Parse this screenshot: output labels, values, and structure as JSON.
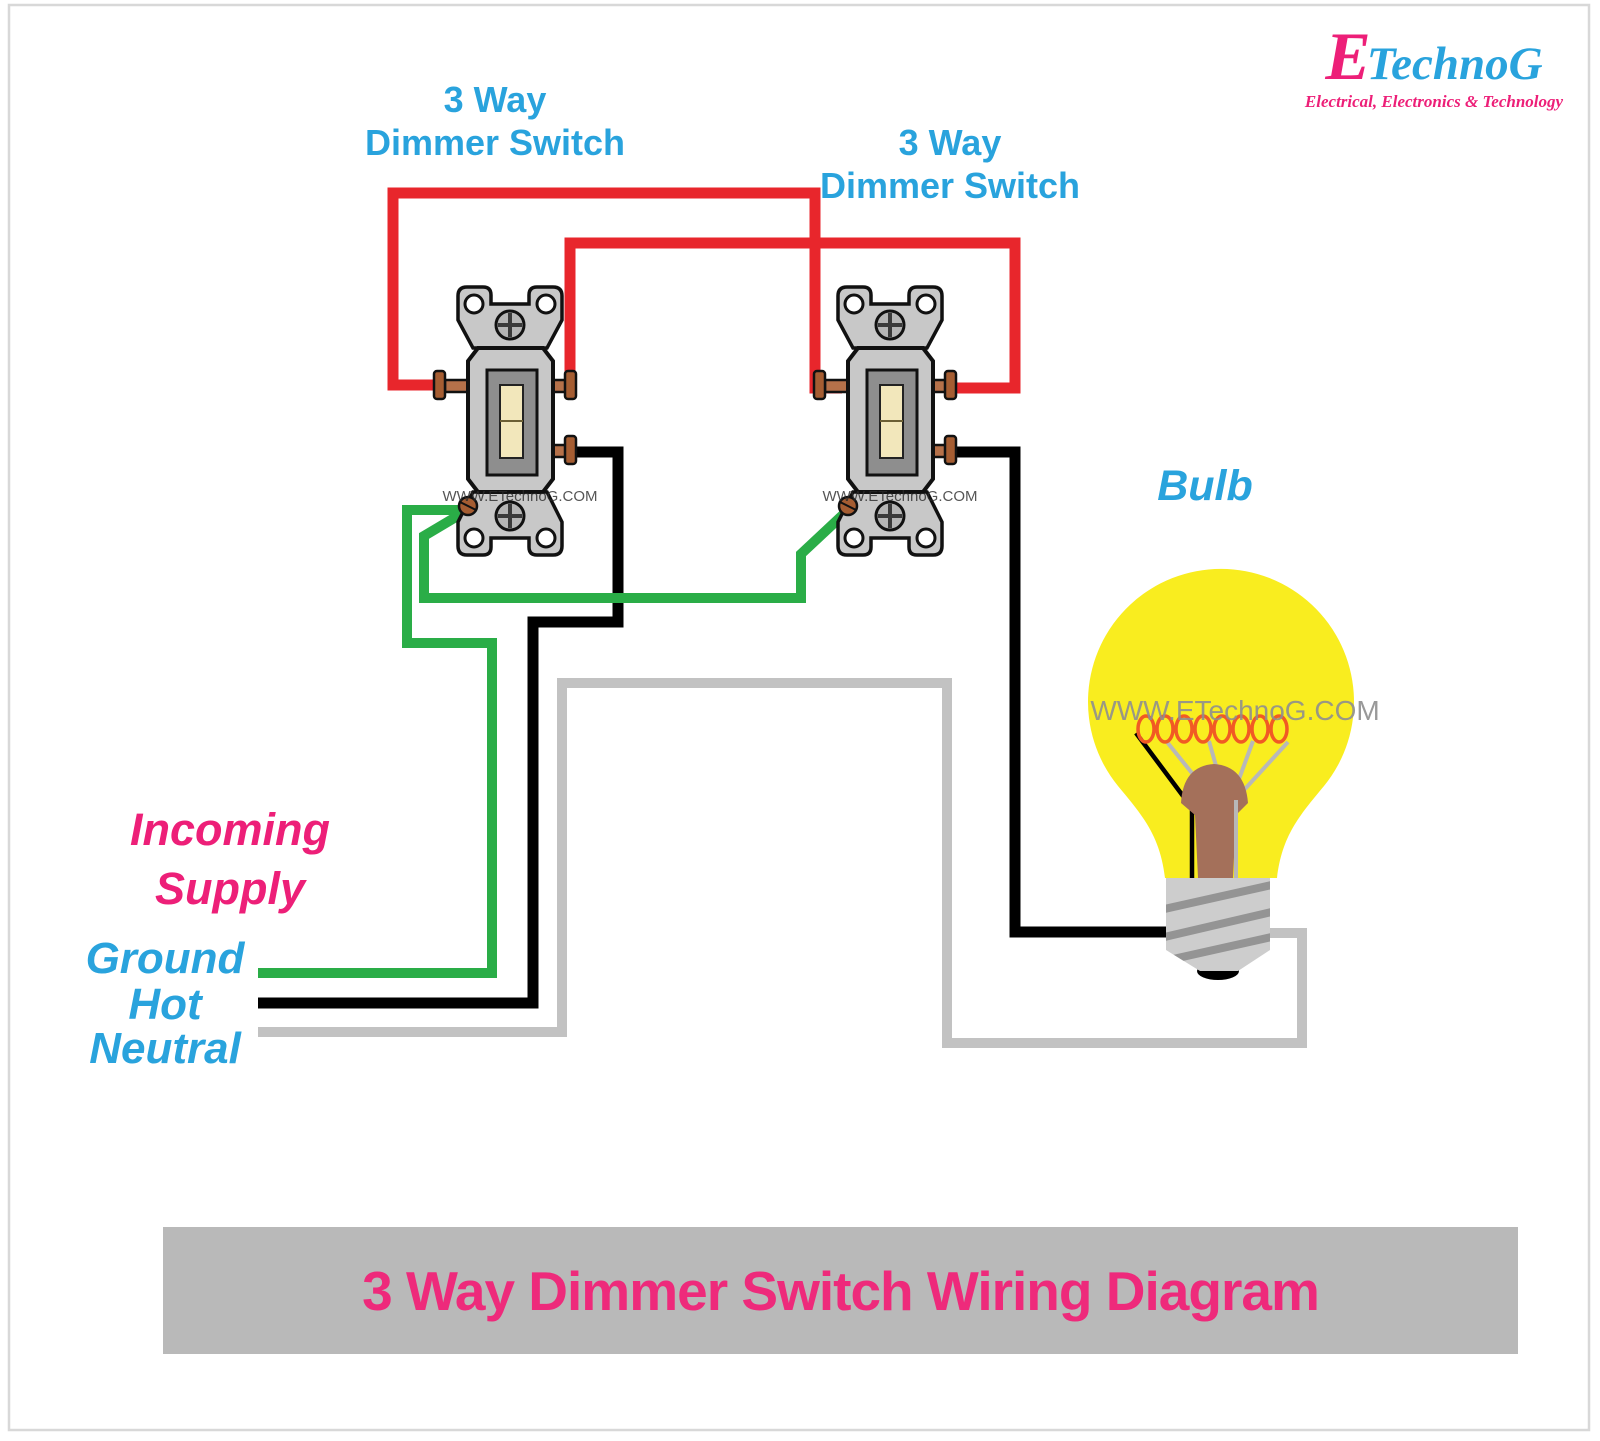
{
  "logo": {
    "brand_e": "E",
    "brand_rest": "TechnoG",
    "tagline": "Electrical, Electronics & Technology"
  },
  "switch1_label": {
    "line1": "3 Way",
    "line2": "Dimmer Switch"
  },
  "switch2_label": {
    "line1": "3 Way",
    "line2": "Dimmer Switch"
  },
  "bulb_label": "Bulb",
  "supply": {
    "heading_line1": "Incoming",
    "heading_line2": "Supply",
    "ground": "Ground",
    "hot": "Hot",
    "neutral": "Neutral"
  },
  "watermark": "WWW.ETechnoG.COM",
  "title": "3 Way Dimmer Switch Wiring Diagram",
  "colors": {
    "wire_red": "#e8262c",
    "wire_black": "#000000",
    "wire_green": "#2aad47",
    "wire_neutral": "#c2c2c2",
    "label_blue": "#29a3dd",
    "label_pink": "#ed1f78",
    "title_pink": "#ee2a7b",
    "banner_bg": "#b9b9b9",
    "bulb_yellow": "#f9ed1f",
    "switch_body_gray": "#c8c8c8",
    "terminal_brown": "#a55d32",
    "filament_orange": "#f15a24"
  }
}
